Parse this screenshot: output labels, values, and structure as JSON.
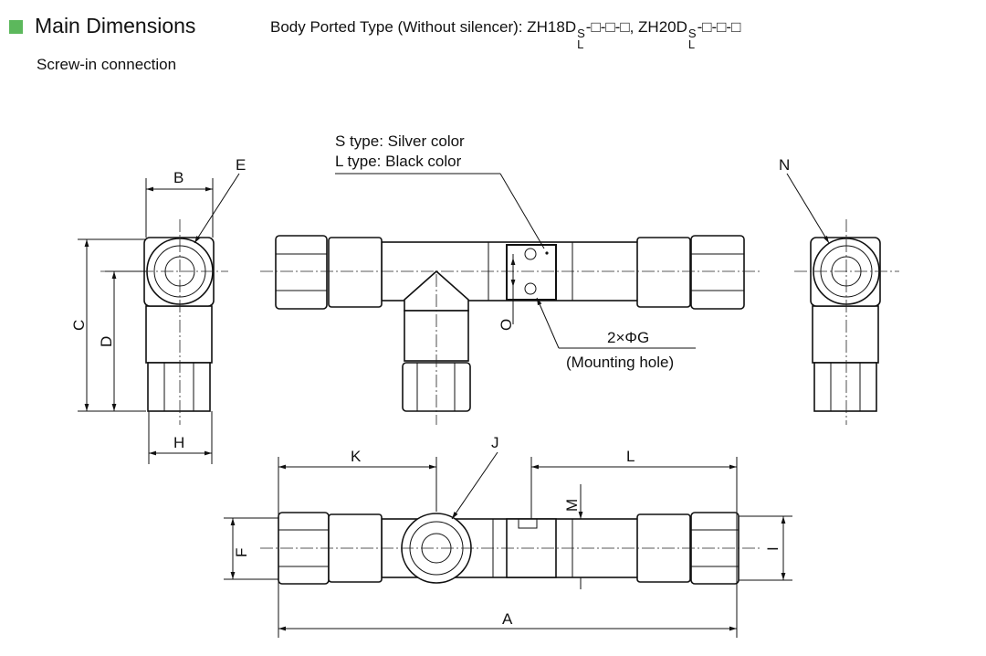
{
  "header": {
    "title": "Main Dimensions",
    "subtitle": "Screw-in connection",
    "model_prefix": "Body Ported Type (Without silencer): ",
    "model1": "ZH18D",
    "model2": "ZH20D",
    "sup": "S",
    "sub": "L",
    "suffix1": "-□-□-□, ",
    "suffix2": "-□-□-□",
    "accent_color": "#5cb85c"
  },
  "notes": {
    "s_type": "S type: Silver color",
    "l_type": "L type: Black color",
    "hole_count": "2×ΦG",
    "hole_label": "(Mounting hole)"
  },
  "dims": {
    "A": "A",
    "B": "B",
    "C": "C",
    "D": "D",
    "E": "E",
    "F": "F",
    "H": "H",
    "I": "I",
    "J": "J",
    "K": "K",
    "L": "L",
    "M": "M",
    "N": "N",
    "O": "O"
  }
}
